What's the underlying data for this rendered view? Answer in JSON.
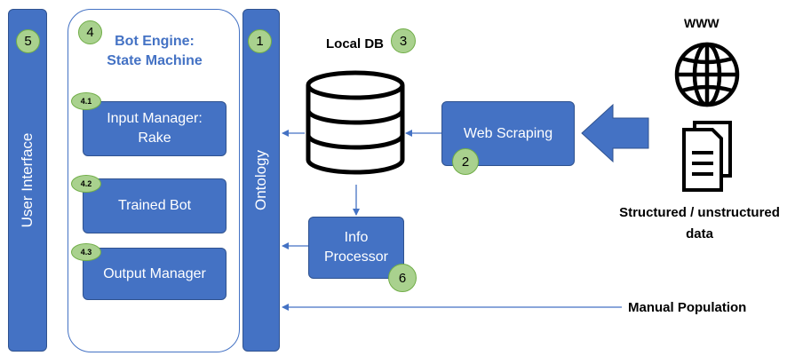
{
  "user_interface": {
    "label": "User Interface",
    "number": "5"
  },
  "bot_engine": {
    "number": "4",
    "title_line1": "Bot Engine:",
    "title_line2": "State Machine",
    "input_manager": {
      "number": "4.1",
      "line1": "Input Manager:",
      "line2": "Rake"
    },
    "trained_bot": {
      "number": "4.2",
      "label": "Trained Bot"
    },
    "output_manager": {
      "number": "4.3",
      "label": "Output Manager"
    }
  },
  "ontology": {
    "label": "Ontology",
    "number": "1"
  },
  "local_db": {
    "label": "Local DB",
    "number": "3"
  },
  "web_scraping": {
    "label": "Web Scraping",
    "number": "2"
  },
  "info_processor": {
    "line1": "Info",
    "line2": "Processor",
    "number": "6"
  },
  "www_label": "WWW",
  "data_source": {
    "line1": "Structured / unstructured",
    "line2": "data"
  },
  "manual_population": "Manual Population"
}
